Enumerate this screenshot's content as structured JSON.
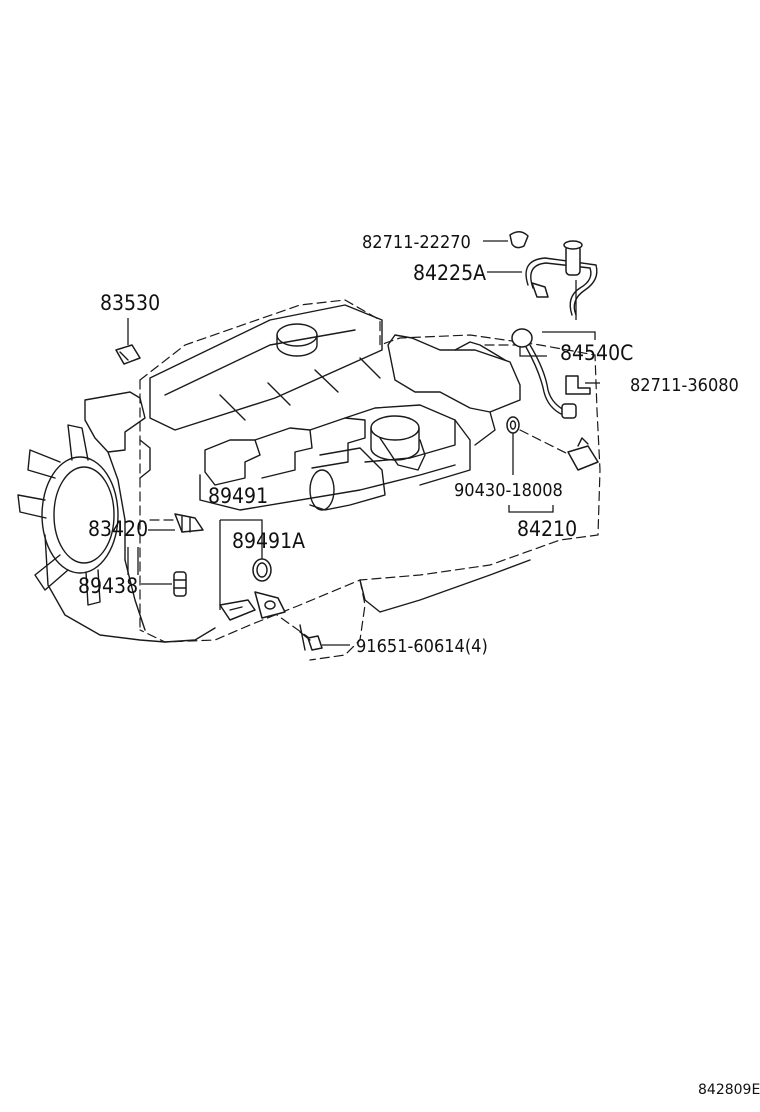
{
  "diagram": {
    "reference_code": "842809E",
    "callouts": {
      "p82711_22270": "82711-22270",
      "p84225A": "84225A",
      "p83530": "83530",
      "p84540C": "84540C",
      "p82711_36080": "82711-36080",
      "p89491": "89491",
      "p90430_18008": "90430-18008",
      "p83420": "83420",
      "p84210": "84210",
      "p89491A": "89491A",
      "p89438": "89438",
      "p91651_60614": "91651-60614(4)"
    }
  }
}
